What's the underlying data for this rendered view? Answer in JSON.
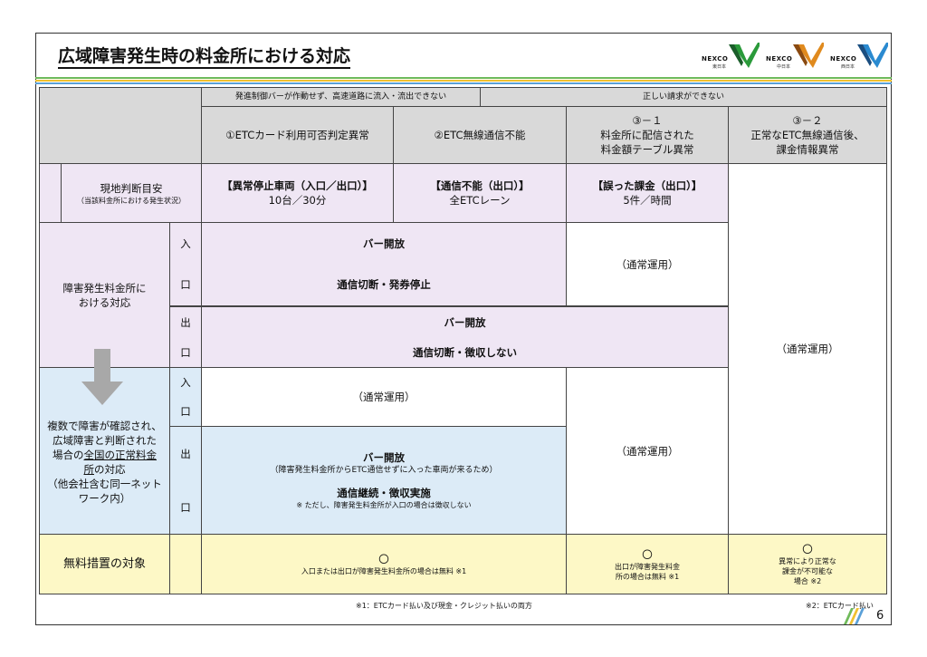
{
  "title": "広域障害発生時の料金所における対応",
  "logos": [
    {
      "brand": "NEXCO",
      "sub": "東日本",
      "color": "#2a9a3a"
    },
    {
      "brand": "NEXCO",
      "sub": "中日本",
      "color": "#e08a1e"
    },
    {
      "brand": "NEXCO",
      "sub": "西日本",
      "color": "#2a8ad0"
    }
  ],
  "header": {
    "group_a": "発進制御バーが作動せず、高速道路に流入・流出できない",
    "group_b": "正しい請求ができない",
    "col1": "①ETCカード利用可否判定異常",
    "col2": "②ETC無線通信不能",
    "col3_l1": "③－１",
    "col3_l2": "料金所に配信された",
    "col3_l3": "料金額テーブル異常",
    "col4_l1": "③－２",
    "col4_l2": "正常なETC無線通信後、",
    "col4_l3": "課金情報異常"
  },
  "criteria": {
    "label": "現地判断目安",
    "sublabel": "（当該料金所における発生状況）",
    "c1_title": "【異常停止車両（入口／出口）】",
    "c1_value": "10台／30分",
    "c2_title": "【通信不能（出口）】",
    "c2_value": "全ETCレーン",
    "c3_title": "【誤った課金（出口）】",
    "c3_value": "5件／時間"
  },
  "local": {
    "label_l1": "障害発生料金所に",
    "label_l2": "おける対応",
    "entry_ch1": "入",
    "entry_ch2": "口",
    "exit_ch1": "出",
    "exit_ch2": "口",
    "entry_line1": "バー開放",
    "entry_line2": "通信切断・発券停止",
    "entry_normal": "（通常運用）",
    "exit_line1": "バー開放",
    "exit_line2": "通信切断・徴収しない",
    "right_normal": "（通常運用）"
  },
  "wide": {
    "label_l1": "複数で障害が確認され、",
    "label_l2": "広域障害と判断された",
    "label_l3a": "場合の",
    "label_l3b": "全国の正常料金",
    "label_l4": "所",
    "label_l4b": "の対応",
    "label_l5": "（他会社含む同一ネット",
    "label_l6": "ワーク内）",
    "entry_ch1": "入",
    "entry_ch2": "口",
    "exit_ch1": "出",
    "exit_ch2": "口",
    "entry_normal": "（通常運用）",
    "exit_line1": "バー開放",
    "exit_line2": "（障害発生料金所からETC通信せずに入った車両が来るため）",
    "exit_line3": "通信継続・徴収実施",
    "exit_line4": "※ ただし、障害発生料金所が入口の場合は徴収しない",
    "col3_normal": "（通常運用）"
  },
  "free": {
    "label": "無料措置の対象",
    "c12_mark": "〇",
    "c12_text": "入口または出口が障害発生料金所の場合は無料 ※1",
    "c3_mark": "〇",
    "c3_l1": "出口が障害発生料金",
    "c3_l2": "所の場合は無料 ※1",
    "c4_mark": "〇",
    "c4_l1": "異常により正常な",
    "c4_l2": "課金が不可能な",
    "c4_l3": "場合 ※2"
  },
  "footnotes": {
    "note1": "※1：ETCカード払い及び現金・クレジット払いの両方",
    "note2": "※2：ETCカード払い"
  },
  "page_number": "6"
}
